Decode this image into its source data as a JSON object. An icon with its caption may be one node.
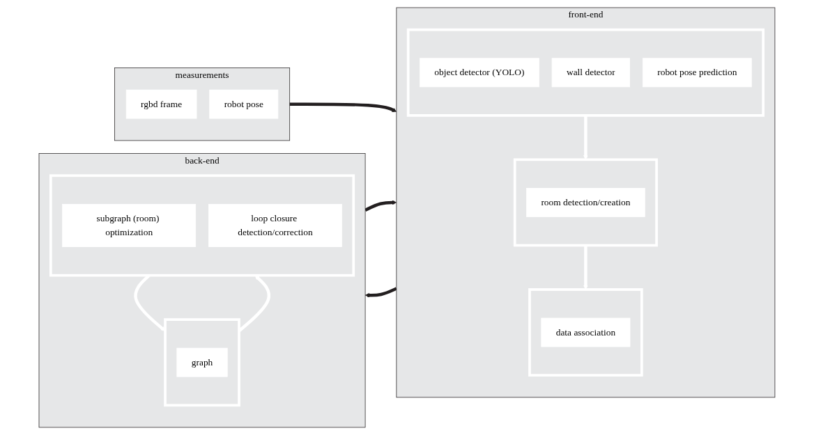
{
  "diagram": {
    "nodes": [
      {
        "text": [
          "measurements"
        ]
      },
      {
        "text": [
          "rgbd frame"
        ],
        "in": 0
      },
      {
        "text": [
          "robot pose"
        ],
        "in": 0
      },
      {
        "text": [
          "front-end"
        ]
      },
      {
        "text": [],
        "shape": "box",
        "in": 3
      },
      {
        "text": [
          "object detector (YOLO)"
        ],
        "in": 4
      },
      {
        "text": [
          "wall detector"
        ],
        "in": 4
      },
      {
        "text": [
          "robot pose prediction"
        ],
        "in": 4
      },
      {
        "text": [],
        "shape": "box",
        "in": 3
      },
      {
        "text": [
          "room detection/creation"
        ],
        "in": 8
      },
      {
        "text": [],
        "shape": "box",
        "in": 3
      },
      {
        "text": [
          "data association"
        ],
        "in": 10
      },
      {
        "text": [
          "back-end"
        ]
      },
      {
        "text": [],
        "shape": "box",
        "in": 12
      },
      {
        "text": [
          "graph"
        ],
        "in": 13
      },
      {
        "text": [],
        "shape": "box",
        "in": 12
      },
      {
        "text": [
          "subgraph (room) optimization"
        ],
        "in": 15
      },
      {
        "text": [
          "loop closure detection/correction"
        ],
        "in": 15
      }
    ],
    "edges": [
      {
        "from": 0,
        "to": 3,
        "arrow": "to",
        "color": "#231f20"
      },
      {
        "from": 12,
        "to": 3,
        "arrow": "to",
        "color": "#231f20"
      },
      {
        "from": 3,
        "to": 12,
        "arrow": "to",
        "color": "#231f20"
      },
      {
        "from": 4,
        "to": 8,
        "arrow": "to"
      },
      {
        "from": 8,
        "to": 10,
        "arrow": "to"
      },
      {
        "from": 13,
        "to": 15,
        "arrow": "to"
      },
      {
        "from": 15,
        "to": 13,
        "arrow": "to"
      }
    ]
  }
}
